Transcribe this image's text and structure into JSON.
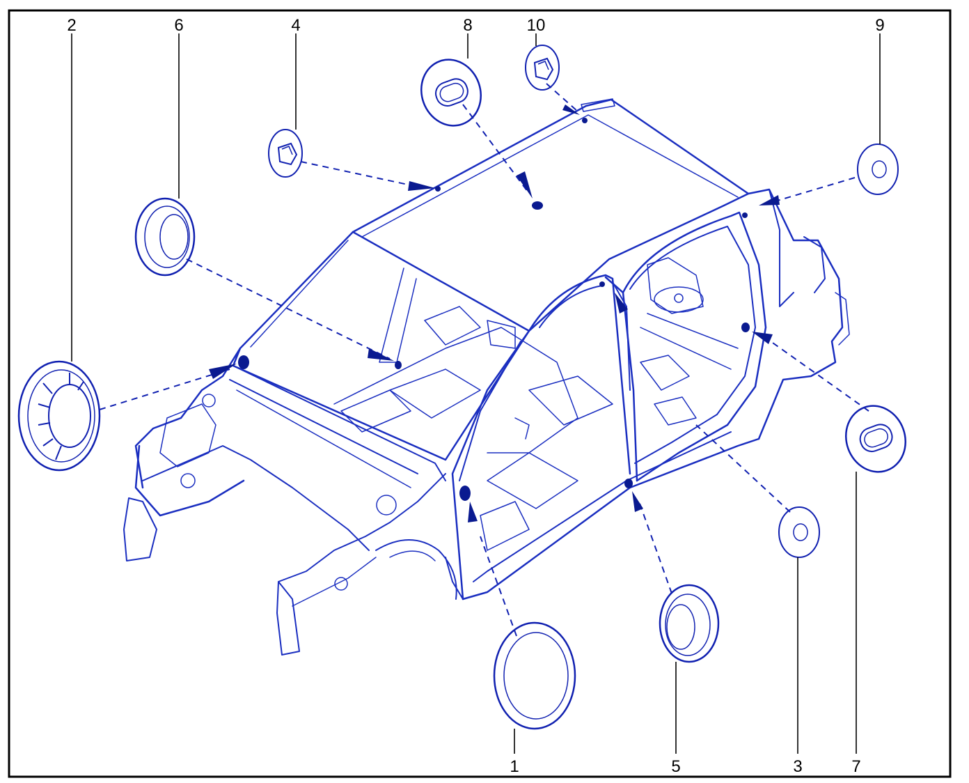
{
  "diagram": {
    "colors": {
      "line": "#1a2ec0",
      "arrow": "#0a1a90",
      "frame": "#000000",
      "background": "#ffffff"
    },
    "callouts": [
      {
        "id": "1",
        "label": "1",
        "part": "large-round-plug"
      },
      {
        "id": "2",
        "label": "2",
        "part": "ribbed-grommet"
      },
      {
        "id": "3",
        "label": "3",
        "part": "small-round-plug"
      },
      {
        "id": "4",
        "label": "4",
        "part": "push-clip"
      },
      {
        "id": "5",
        "label": "5",
        "part": "round-grommet"
      },
      {
        "id": "6",
        "label": "6",
        "part": "round-grommet"
      },
      {
        "id": "7",
        "label": "7",
        "part": "oval-plug"
      },
      {
        "id": "8",
        "label": "8",
        "part": "oval-plug"
      },
      {
        "id": "9",
        "label": "9",
        "part": "small-round-plug"
      },
      {
        "id": "10",
        "label": "10",
        "part": "push-clip"
      }
    ]
  }
}
